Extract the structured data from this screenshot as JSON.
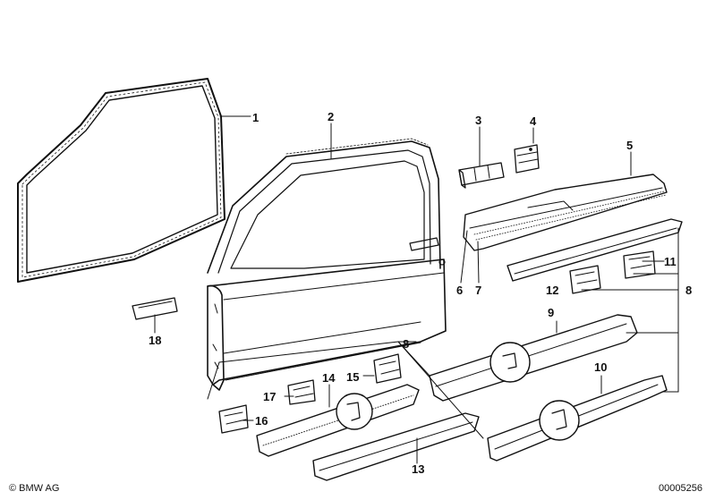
{
  "parts": [
    {
      "number": "1"
    },
    {
      "number": "2"
    },
    {
      "number": "3"
    },
    {
      "number": "4"
    },
    {
      "number": "5"
    },
    {
      "number": "6"
    },
    {
      "number": "7"
    },
    {
      "number": "8"
    },
    {
      "number": "9"
    },
    {
      "number": "10"
    },
    {
      "number": "11"
    },
    {
      "number": "12"
    },
    {
      "number": "13"
    },
    {
      "number": "14"
    },
    {
      "number": "15"
    },
    {
      "number": "16"
    },
    {
      "number": "17"
    },
    {
      "number": "18"
    }
  ],
  "callout_8_repeat": "8",
  "callout_8_right": "8",
  "footer": {
    "copyright": "© BMW AG",
    "diagram_id": "00005256"
  }
}
